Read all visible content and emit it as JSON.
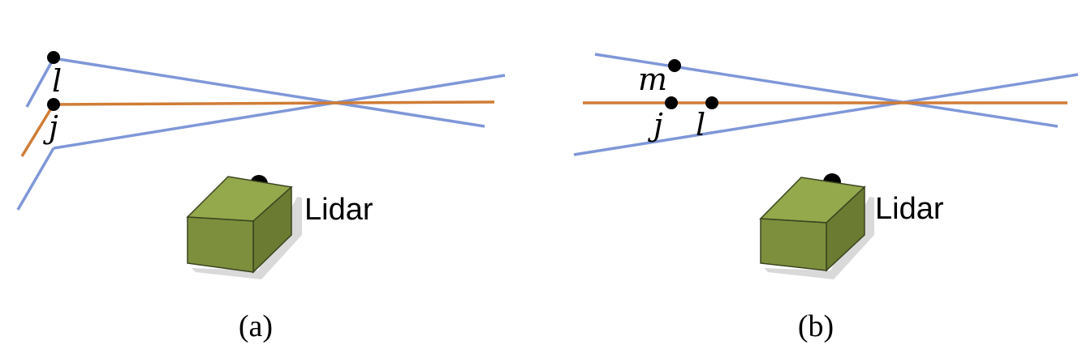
{
  "colors": {
    "scan_line": "#7f97d8",
    "center_line": "#d07c36",
    "point": "#000000",
    "box_front": "#7d8f3c",
    "box_top": "#94a84c",
    "box_side": "#6b7b31",
    "box_edge": "#3a4420",
    "shadow": "#d9d9d9"
  },
  "panel_a": {
    "point_upper_label": "l",
    "point_lower_label": "j",
    "device_label": "Lidar",
    "caption": "(a)"
  },
  "panel_b": {
    "point_upper_label": "m",
    "point_left_label": "j",
    "point_right_label": "l",
    "device_label": "Lidar",
    "caption": "(b)"
  }
}
